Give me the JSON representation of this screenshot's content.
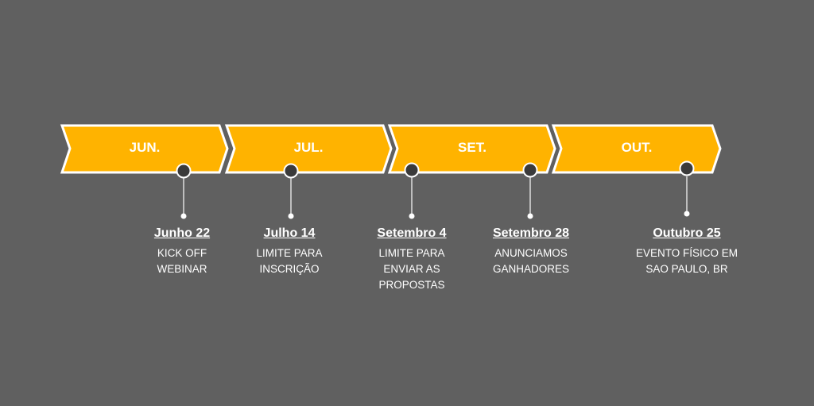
{
  "colors": {
    "background": "#606060",
    "arrow": "#FFB300",
    "marker": "#3a3a3a"
  },
  "months": [
    {
      "label": "JUN."
    },
    {
      "label": "JUL."
    },
    {
      "label": "SET."
    },
    {
      "label": "OUT."
    }
  ],
  "events": [
    {
      "date": "Junho 22",
      "desc": "KICK OFF\nWEBINAR"
    },
    {
      "date": "Julho 14",
      "desc": "LIMITE PARA\nINSCRIÇÃO"
    },
    {
      "date": "Setembro 4",
      "desc": "LIMITE PARA\nENVIAR AS\nPROPOSTAS"
    },
    {
      "date": "Setembro 28",
      "desc": "ANUNCIAMOS\nGANHADORES"
    },
    {
      "date": "Outubro 25",
      "desc": "EVENTO FÍSICO EM\nSAO PAULO, BR"
    }
  ]
}
